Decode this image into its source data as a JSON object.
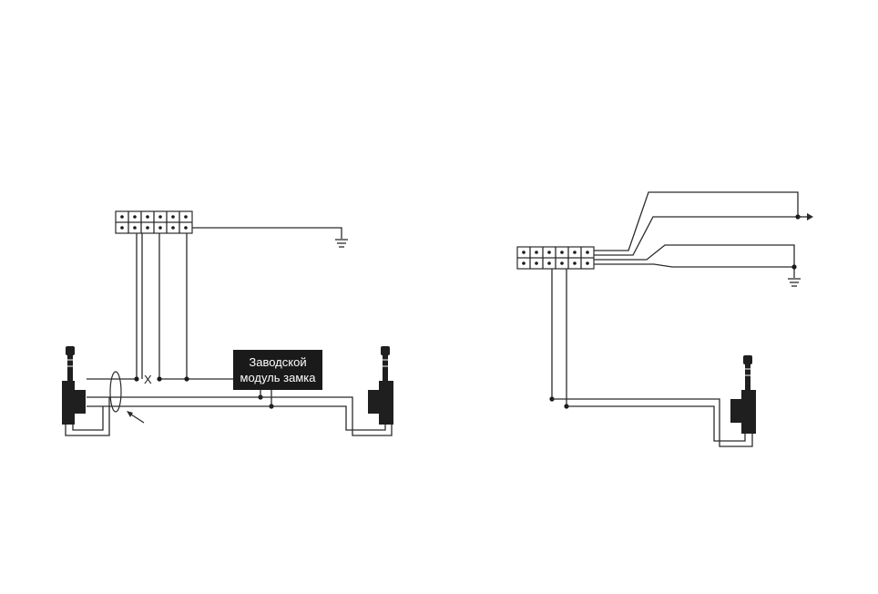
{
  "left_diagram": {
    "module_label_line1": "Заводской",
    "module_label_line2": "модуль замка",
    "cut_mark": "X"
  },
  "colors": {
    "wire": "#2b2b2b",
    "module_fill": "#1a1a1a",
    "actuator_fill": "#1f1f1f"
  }
}
